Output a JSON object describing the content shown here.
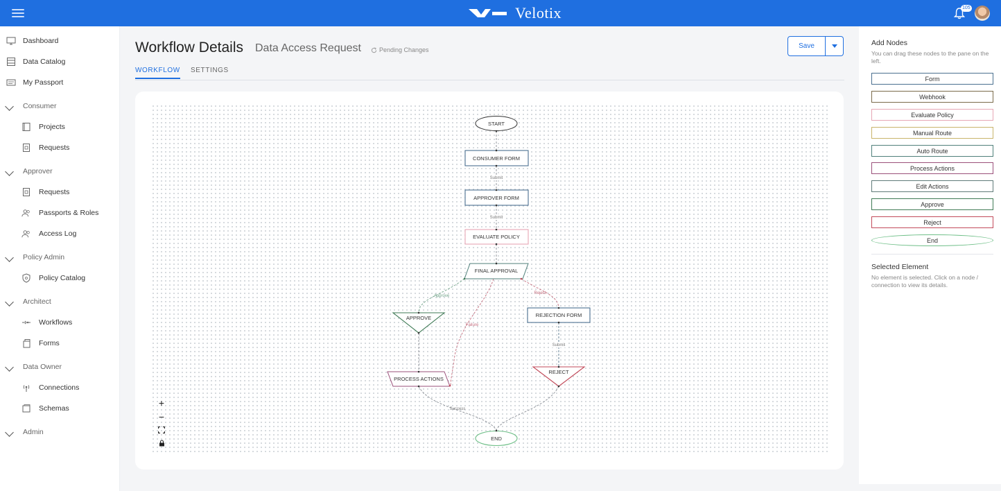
{
  "header": {
    "brand": "Velotix",
    "notification_count": "105"
  },
  "sidebar": {
    "dashboard": "Dashboard",
    "data_catalog": "Data Catalog",
    "my_passport": "My Passport",
    "consumer": {
      "label": "Consumer",
      "projects": "Projects",
      "requests": "Requests"
    },
    "approver": {
      "label": "Approver",
      "requests": "Requests",
      "passports_roles": "Passports & Roles",
      "access_log": "Access Log"
    },
    "policy_admin": {
      "label": "Policy Admin",
      "policy_catalog": "Policy Catalog"
    },
    "architect": {
      "label": "Architect",
      "workflows": "Workflows",
      "forms": "Forms"
    },
    "data_owner": {
      "label": "Data Owner",
      "connections": "Connections",
      "schemas": "Schemas"
    },
    "admin": {
      "label": "Admin"
    }
  },
  "page": {
    "title": "Workflow Details",
    "subtitle": "Data Access Request",
    "status": "Pending Changes",
    "tabs": [
      "WORKFLOW",
      "SETTINGS"
    ],
    "save_label": "Save"
  },
  "flow": {
    "nodes": {
      "start": "START",
      "consumer_form": "CONSUMER FORM",
      "approver_form": "APPROVER FORM",
      "evaluate_policy": "EVALUATE POLICY",
      "final_approval": "FINAL APPROVAL",
      "approve": "APPROVE",
      "rejection_form": "REJECTION FORM",
      "process_actions": "PROCESS ACTIONS",
      "reject": "REJECT",
      "end": "END"
    },
    "edges": {
      "submit1": "Submit",
      "submit2": "Submit",
      "approve": "Approve",
      "reject": "Reject",
      "failure": "Failure",
      "submit3": "Submit",
      "success": "Success"
    }
  },
  "zoom_controls": {
    "zoom_in": "+",
    "zoom_out": "−"
  },
  "panel": {
    "add_nodes_title": "Add Nodes",
    "add_nodes_help": "You can drag these nodes to the pane on the left.",
    "node_types": [
      {
        "label": "Form",
        "color": "#4a6f8f"
      },
      {
        "label": "Webhook",
        "color": "#7a6a4a"
      },
      {
        "label": "Evaluate Policy",
        "color": "#e6a6b4"
      },
      {
        "label": "Manual Route",
        "color": "#c9b46a"
      },
      {
        "label": "Auto Route",
        "color": "#4f7f7a"
      },
      {
        "label": "Process Actions",
        "color": "#9a4f7a"
      },
      {
        "label": "Edit Actions",
        "color": "#5f7a78"
      },
      {
        "label": "Approve",
        "color": "#3f7a55"
      },
      {
        "label": "Reject",
        "color": "#c24a5a"
      },
      {
        "label": "End",
        "color": "#6fbf88"
      }
    ],
    "selected_title": "Selected Element",
    "selected_help": "No element is selected. Click on a node / connection to view its details."
  }
}
